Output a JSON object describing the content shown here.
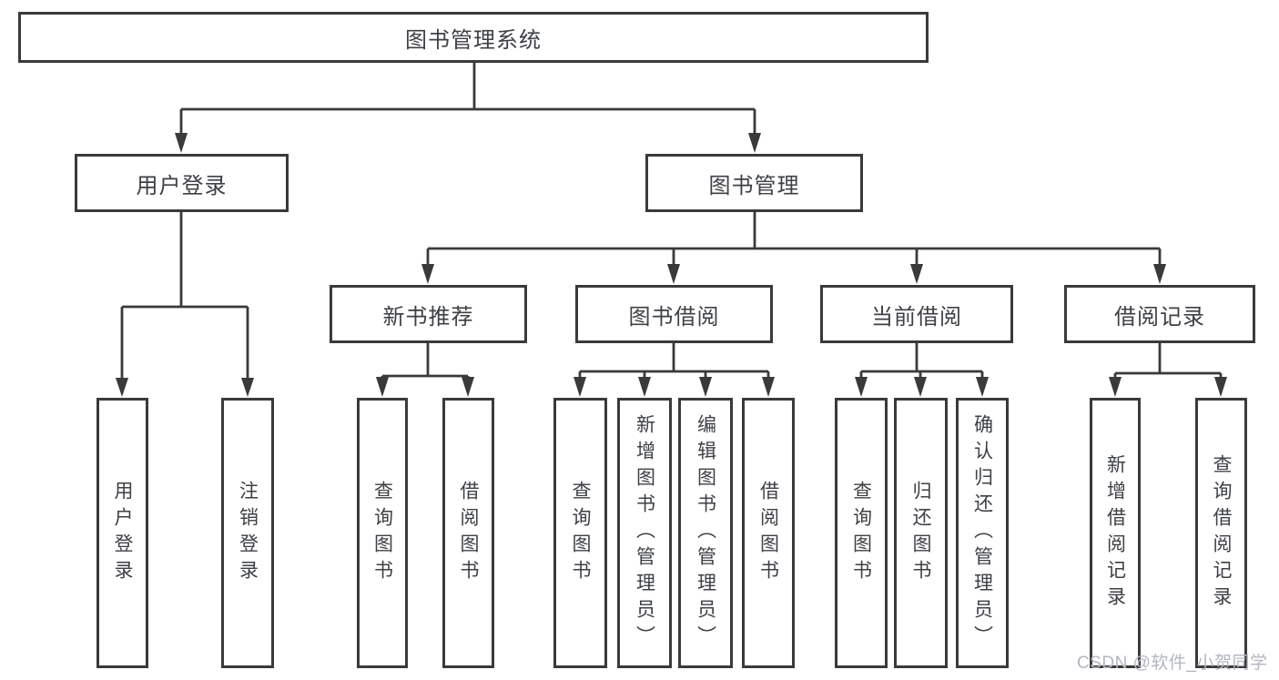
{
  "diagram": {
    "type": "tree",
    "root": {
      "label": "图书管理系统"
    },
    "branches": [
      {
        "label": "用户登录",
        "children": [
          {
            "label": "用户登录"
          },
          {
            "label": "注销登录"
          }
        ]
      },
      {
        "label": "图书管理",
        "children": [
          {
            "label": "新书推荐",
            "children": [
              {
                "label": "查询图书"
              },
              {
                "label": "借阅图书"
              }
            ]
          },
          {
            "label": "图书借阅",
            "children": [
              {
                "label": "查询图书"
              },
              {
                "label": "新增图书（管理员）"
              },
              {
                "label": "编辑图书（管理员）"
              },
              {
                "label": "借阅图书"
              }
            ]
          },
          {
            "label": "当前借阅",
            "children": [
              {
                "label": "查询图书"
              },
              {
                "label": "归还图书"
              },
              {
                "label": "确认归还（管理员）"
              }
            ]
          },
          {
            "label": "借阅记录",
            "children": [
              {
                "label": "新增借阅记录"
              },
              {
                "label": "查询借阅记录"
              }
            ]
          }
        ]
      }
    ]
  },
  "watermark": {
    "text": "CSDN @软件_小贺同学",
    "color": "#b3b5c2"
  },
  "colors": {
    "line": "#3a3a3a",
    "box_border": "#3a3a3a",
    "text": "#3d4045",
    "background": "#ffffff"
  }
}
